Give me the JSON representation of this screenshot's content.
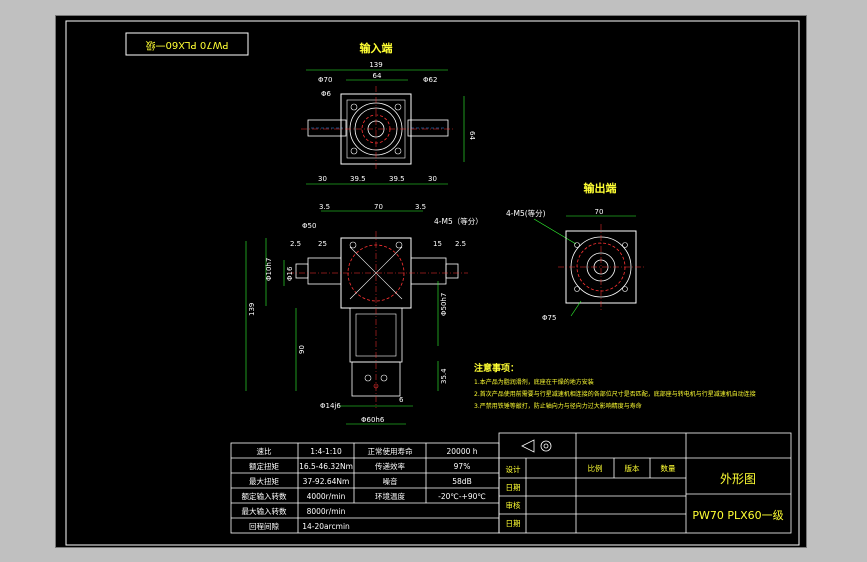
{
  "drawing": {
    "corner_title": "PW70 PLX60一级",
    "view_input": "输入端",
    "view_output": "输出端",
    "top_dims": {
      "overall_width": "139",
      "d70": "Φ70",
      "w64": "64",
      "d62": "Φ62",
      "d6": "Φ6",
      "h64": "64",
      "b30a": "30",
      "b39_5a": "39.5",
      "b39_5b": "39.5",
      "b30b": "30"
    },
    "front_dims": {
      "d3_5a": "3.5",
      "w70": "70",
      "d3_5b": "3.5",
      "m5": "4-M5（等分）",
      "d50": "Φ50",
      "d2_5a": "2.5",
      "d25": "25",
      "d15": "15",
      "d2_5b": "2.5",
      "d10h7": "Φ10h7",
      "d16": "Φ16",
      "h139": "139",
      "h90": "90",
      "h35_4": "35.4",
      "d14j6": "Φ14j6",
      "d60h6": "Φ60h6",
      "d50h7": "Φ50h7",
      "d6b": "6"
    },
    "output_dims": {
      "m5": "4-M5(等分)",
      "w70": "70",
      "d75": "Φ75"
    },
    "notes": {
      "title": "注意事项：",
      "lines": [
        "1.本产品为脂润滑剂，底座在干燥的地方安装",
        "2.首次产品使用前需要与行星减速机相连接的各部位尺寸是否匹配，底部座与转电机与行星减速机自动连接",
        "3.严禁用铁锤等敲打，防止轴向力与径向力过大影响精度与寿命"
      ]
    }
  },
  "spec_table": {
    "rows": [
      [
        "速比",
        "1:4-1:10",
        "正常使用寿命",
        "20000 h"
      ],
      [
        "额定扭矩",
        "16.5-46.32Nm",
        "传递效率",
        "97%"
      ],
      [
        "最大扭矩",
        "37-92.64Nm",
        "噪音",
        "58dB"
      ],
      [
        "额定输入转数",
        "4000r/min",
        "环境温度",
        "-20℃-+90℃"
      ],
      [
        "最大输入转数",
        "8000r/min",
        "",
        ""
      ],
      [
        "回程间隙",
        "14-20arcmin",
        "",
        ""
      ]
    ]
  },
  "title_block": {
    "design": "设计",
    "date1": "日期",
    "check": "审核",
    "date2": "日期",
    "scale": "比例",
    "version": "版本",
    "qty": "数量",
    "drawing_name": "外形图",
    "model": "PW70 PLX60一级"
  },
  "colors": {
    "background": "#000000",
    "frame": "#ffffff",
    "part": "#ffffff",
    "center": "#ff3333",
    "dimension": "#33ff33",
    "text_yellow": "#ffff33",
    "hidden": "#3399ff"
  }
}
